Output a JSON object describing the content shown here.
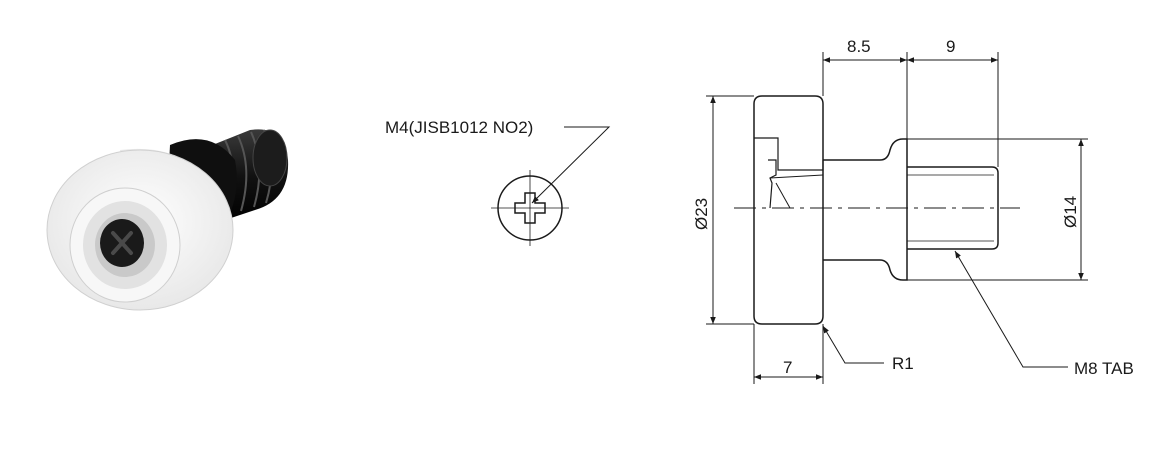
{
  "render_3d": {
    "description_icon": "roller-3d-render-icon",
    "body_color": "#f4f4f4",
    "thread_color": "#111111",
    "hub_color": "#d8d8d8"
  },
  "front_view": {
    "screw_label": "M4(JISB1012 NO2)",
    "icon": "phillips-screw-head-icon"
  },
  "side_view": {
    "dim_top_left": "8.5",
    "dim_top_right": "9",
    "dim_outer_diameter": "Ø23",
    "dim_thread_diameter": "Ø14",
    "dim_width": "7",
    "radius_label": "R1",
    "thread_label": "M8 TAB"
  },
  "colors": {
    "line": "#1a1a1a",
    "background": "#ffffff"
  }
}
